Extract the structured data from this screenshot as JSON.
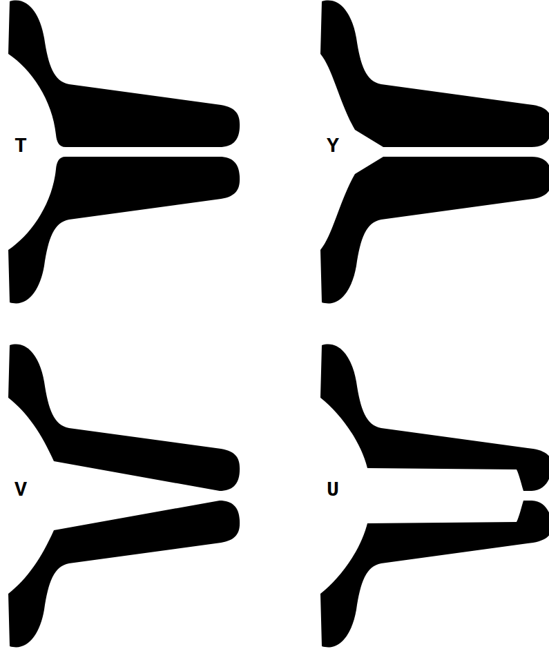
{
  "diagram": {
    "labels": [
      "T",
      "Y",
      "V",
      "U"
    ]
  }
}
